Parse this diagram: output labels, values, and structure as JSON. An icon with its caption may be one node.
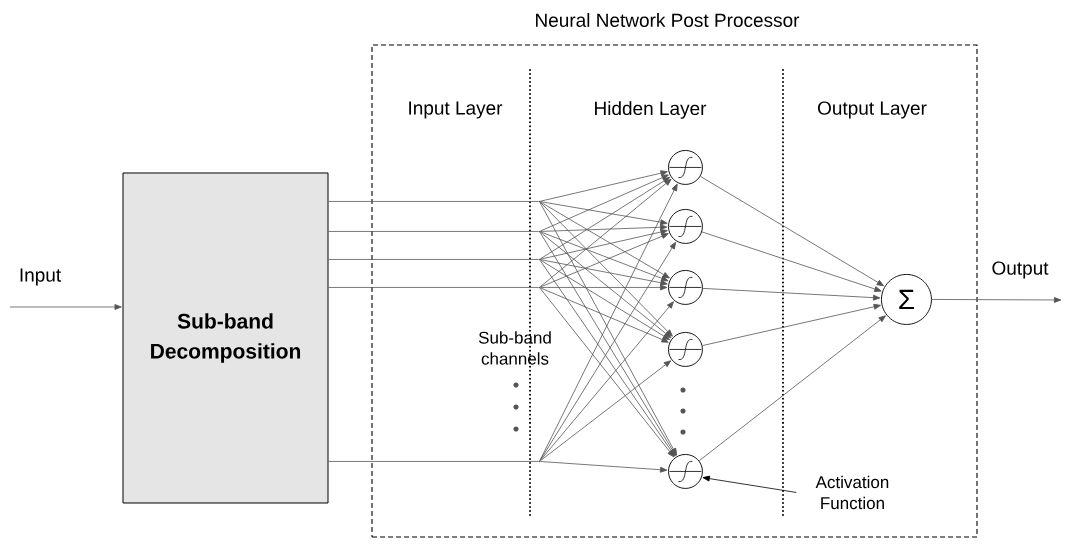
{
  "diagram": {
    "nodes": [
      {
        "text": [
          "Neural Network Post Processor"
        ]
      },
      {
        "text": [
          "Sub-band Decomposition"
        ]
      },
      {
        "text": [],
        "shape": "point",
        "in": 0
      },
      {
        "text": [],
        "shape": "point",
        "in": 0
      },
      {
        "text": [],
        "shape": "point",
        "in": 0
      },
      {
        "text": [],
        "shape": "point",
        "in": 0
      },
      {
        "text": [],
        "shape": "point",
        "in": 0
      },
      {
        "text": [],
        "shape": "circle",
        "in": 0
      },
      {
        "text": [],
        "shape": "circle",
        "in": 0
      },
      {
        "text": [],
        "shape": "circle",
        "in": 0
      },
      {
        "text": [],
        "shape": "circle",
        "in": 0
      },
      {
        "text": [],
        "shape": "circle",
        "in": 0
      },
      {
        "text": [
          "Σ"
        ],
        "in": 0
      },
      {
        "text": [
          "Activation Function"
        ],
        "in": 0
      }
    ],
    "edges": [
      {
        "from": null,
        "to": 1,
        "arrow": "to"
      },
      {
        "from": 1,
        "to": 2,
        "arrow": "none"
      },
      {
        "from": 1,
        "to": 3,
        "arrow": "none"
      },
      {
        "from": 1,
        "to": 4,
        "arrow": "none"
      },
      {
        "from": 1,
        "to": 5,
        "arrow": "none"
      },
      {
        "from": 1,
        "to": 6,
        "arrow": "none"
      },
      {
        "from": 2,
        "to": 7,
        "arrow": "to"
      },
      {
        "from": 2,
        "to": 8,
        "arrow": "to"
      },
      {
        "from": 2,
        "to": 9,
        "arrow": "to"
      },
      {
        "from": 2,
        "to": 10,
        "arrow": "to"
      },
      {
        "from": 2,
        "to": 11,
        "arrow": "to"
      },
      {
        "from": 3,
        "to": 7,
        "arrow": "to"
      },
      {
        "from": 3,
        "to": 8,
        "arrow": "to"
      },
      {
        "from": 3,
        "to": 9,
        "arrow": "to"
      },
      {
        "from": 3,
        "to": 10,
        "arrow": "to"
      },
      {
        "from": 3,
        "to": 11,
        "arrow": "to"
      },
      {
        "from": 4,
        "to": 7,
        "arrow": "to"
      },
      {
        "from": 4,
        "to": 8,
        "arrow": "to"
      },
      {
        "from": 4,
        "to": 9,
        "arrow": "to"
      },
      {
        "from": 4,
        "to": 10,
        "arrow": "to"
      },
      {
        "from": 4,
        "to": 11,
        "arrow": "to"
      },
      {
        "from": 5,
        "to": 7,
        "arrow": "to"
      },
      {
        "from": 5,
        "to": 8,
        "arrow": "to"
      },
      {
        "from": 5,
        "to": 9,
        "arrow": "to"
      },
      {
        "from": 5,
        "to": 10,
        "arrow": "to"
      },
      {
        "from": 5,
        "to": 11,
        "arrow": "to"
      },
      {
        "from": 6,
        "to": 7,
        "arrow": "to"
      },
      {
        "from": 6,
        "to": 8,
        "arrow": "to"
      },
      {
        "from": 6,
        "to": 9,
        "arrow": "to"
      },
      {
        "from": 6,
        "to": 10,
        "arrow": "to"
      },
      {
        "from": 6,
        "to": 11,
        "arrow": "to"
      },
      {
        "from": 7,
        "to": 12,
        "arrow": "to"
      },
      {
        "from": 8,
        "to": 12,
        "arrow": "to"
      },
      {
        "from": 9,
        "to": 12,
        "arrow": "to"
      },
      {
        "from": 10,
        "to": 12,
        "arrow": "to"
      },
      {
        "from": 11,
        "to": 12,
        "arrow": "to"
      },
      {
        "from": 12,
        "to": null,
        "arrow": "to"
      },
      {
        "from": 13,
        "to": 11,
        "arrow": "to",
        "color": "#000000"
      }
    ],
    "labels": [
      "Input Layer",
      "Hidden Layer",
      "Output Layer",
      "Input",
      "Output",
      "Sub-band channels"
    ]
  }
}
